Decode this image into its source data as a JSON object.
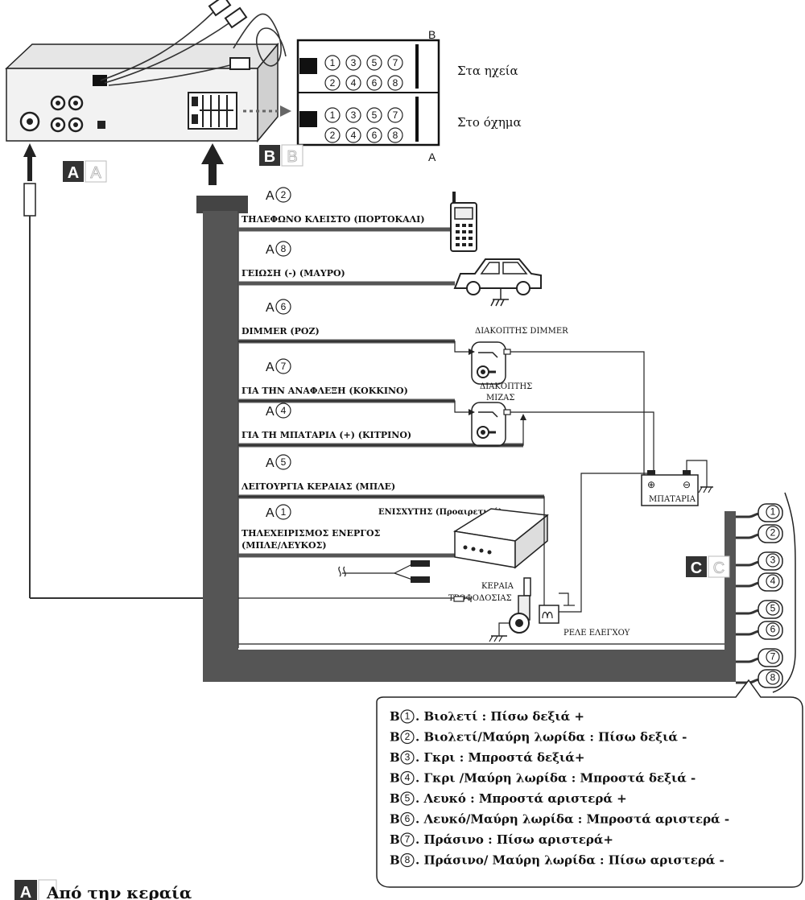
{
  "header_text": "",
  "connector": {
    "top_label": "B",
    "bottom_label": "A",
    "speakers_label": "Στα ηχεία",
    "vehicle_label": "Στο όχημα",
    "pins_top": [
      "1",
      "3",
      "5",
      "7"
    ],
    "pins_bottom": [
      "2",
      "4",
      "6",
      "8"
    ]
  },
  "badges": {
    "a": "A",
    "b": "B",
    "c": "C"
  },
  "wires": [
    {
      "prefix": "A",
      "pin": "2",
      "label": "ΤΗΛΕΦΩΝΟ ΚΛΕΙΣΤΟ (ΠΟΡΤΟΚΑΛΙ)"
    },
    {
      "prefix": "A",
      "pin": "8",
      "label": "ΓΕΙΩΣΗ (-) (ΜΑΥΡΟ)"
    },
    {
      "prefix": "A",
      "pin": "6",
      "label": "DIMMER (ΡΟΖ)"
    },
    {
      "prefix": "A",
      "pin": "7",
      "label": "ΓΙΑ ΤΗΝ ΑΝΑΦΛΕΞΗ (ΚΟΚΚΙΝΟ)"
    },
    {
      "prefix": "A",
      "pin": "4",
      "label": "ΓΙΑ ΤΗ ΜΠΑΤΑΡΙΑ (+) (ΚΙΤΡΙΝΟ)"
    },
    {
      "prefix": "A",
      "pin": "5",
      "label": "ΛΕΙΤΟΥΡΓΙΑ ΚΕΡΑΙΑΣ (ΜΠΛΕ)"
    },
    {
      "prefix": "A",
      "pin": "1",
      "label": "ΤΗΛΕΧΕΙΡΙΣΜΟΣ ΕΝΕΡΓΟΣ",
      "label2": "(ΜΠΛΕ/ΛΕΥΚΟΣ)"
    }
  ],
  "components": {
    "dimmer_switch": "ΔΙΑΚΟΠΤΗΣ DIMMER",
    "ignition_switch_1": "ΔΙΑΚΟΠΤΗΣ",
    "ignition_switch_2": "ΜΙΖΑΣ",
    "battery": "ΜΠΑΤΑΡΙΑ",
    "amplifier": "ΕΝΙΣΧΥΤΗΣ (Προαιρετικό)",
    "antenna_1": "ΚΕΡΑΙΑ",
    "antenna_2": "ΤΡΟΦΟΔΟΣΙΑΣ",
    "relay": "ΡΕΛΕ ΕΛΕΓΧΟΥ"
  },
  "speaker_pins": [
    "1",
    "2",
    "3",
    "4",
    "5",
    "6",
    "7",
    "8"
  ],
  "legend": [
    {
      "prefix": "B",
      "pin": "1",
      "text": ". Βιολετί : Πίσω δεξιά +"
    },
    {
      "prefix": "B",
      "pin": "2",
      "text": ". Βιολετί/Μαύρη λωρίδα : Πίσω δεξιά -"
    },
    {
      "prefix": "B",
      "pin": "3",
      "text": ". Γκρι : Μπροστά δεξιά+"
    },
    {
      "prefix": "B",
      "pin": "4",
      "text": ". Γκρι /Μαύρη λωρίδα : Μπροστά δεξιά -"
    },
    {
      "prefix": "B",
      "pin": "5",
      "text": ". Λευκό : Μπροστά αριστερά +"
    },
    {
      "prefix": "B",
      "pin": "6",
      "text": ". Λευκό/Μαύρη λωρίδα : Μπροστά αριστερά -"
    },
    {
      "prefix": "B",
      "pin": "7",
      "text": ". Πράσινο : Πίσω αριστερά+"
    },
    {
      "prefix": "B",
      "pin": "8",
      "text": ". Πράσινο/ Μαύρη λωρίδα : Πίσω αριστερά -"
    }
  ],
  "footer": {
    "badge": "A",
    "text": "Από την κεραία"
  },
  "colors": {
    "harness": "#555555",
    "badge": "#333333",
    "wire": "#333333"
  }
}
